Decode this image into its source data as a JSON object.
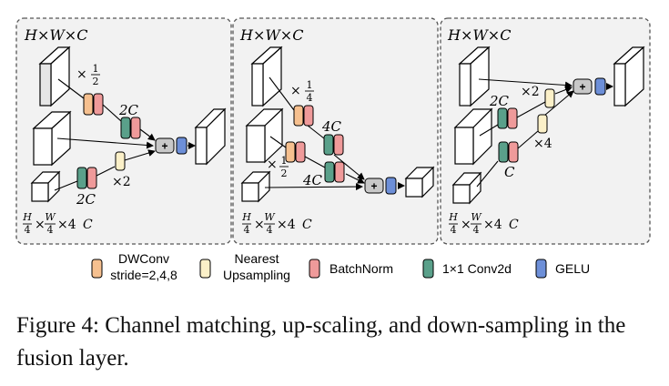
{
  "colors": {
    "dwconv": "#f6c08f",
    "upsampling": "#fbf0c8",
    "batchnorm": "#ef9a9a",
    "conv1x1": "#5aa08a",
    "gelu": "#6d8fd8",
    "panel_bg": "#f2f2f2",
    "plus_node": "#c8c8c8"
  },
  "panels": [
    {
      "top_label": "H×W×C",
      "bottom_label": {
        "p1": "H",
        "p2": "4",
        "m1": "×",
        "p3": "W",
        "p4": "4",
        "m2": "×4",
        "p5": "C"
      },
      "labels": {
        "down": "×",
        "down_num": "1",
        "down_den": "2",
        "ch_mid": "2C",
        "ch_bot": "2C",
        "up": "×2"
      }
    },
    {
      "top_label": "H×W×C",
      "bottom_label": {
        "p1": "H",
        "p2": "4",
        "m1": "×",
        "p3": "W",
        "p4": "4",
        "m2": "×4",
        "p5": "C"
      },
      "labels": {
        "down1": "×",
        "down1_num": "1",
        "down1_den": "4",
        "ch1": "4C",
        "down2": "×",
        "down2_num": "1",
        "down2_den": "2",
        "ch2": "4C"
      }
    },
    {
      "top_label": "H×W×C",
      "bottom_label": {
        "p1": "H",
        "p2": "4",
        "m1": "×",
        "p3": "W",
        "p4": "4",
        "m2": "×4",
        "p5": "C"
      },
      "labels": {
        "up1": "×2",
        "ch_mid": "2C",
        "up2": "×4",
        "ch_bot": "C"
      }
    }
  ],
  "plus": "+",
  "legend": [
    {
      "id": "dwconv",
      "line1": "DWConv",
      "line2": "stride=2,4,8"
    },
    {
      "id": "upsampling",
      "line1": "Nearest",
      "line2": "Upsampling"
    },
    {
      "id": "batchnorm",
      "line1": "BatchNorm"
    },
    {
      "id": "conv1x1",
      "line1": "1×1 Conv2d"
    },
    {
      "id": "gelu",
      "line1": "GELU"
    }
  ],
  "caption": "Figure 4: Channel matching, up-scaling, and down-sampling in the fusion layer."
}
